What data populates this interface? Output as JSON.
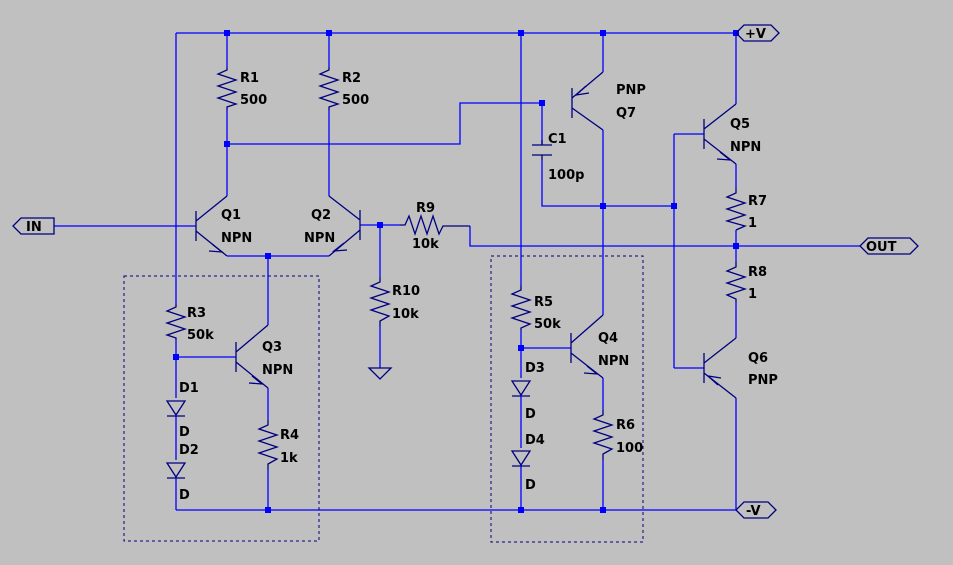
{
  "ports": {
    "in": "IN",
    "out": "OUT",
    "vplus": "+V",
    "vminus": "-V"
  },
  "components": {
    "R1": {
      "name": "R1",
      "value": "500"
    },
    "R2": {
      "name": "R2",
      "value": "500"
    },
    "R3": {
      "name": "R3",
      "value": "50k"
    },
    "R4": {
      "name": "R4",
      "value": "1k"
    },
    "R5": {
      "name": "R5",
      "value": "50k"
    },
    "R6": {
      "name": "R6",
      "value": "100"
    },
    "R7": {
      "name": "R7",
      "value": "1"
    },
    "R8": {
      "name": "R8",
      "value": "1"
    },
    "R9": {
      "name": "R9",
      "value": "10k"
    },
    "R10": {
      "name": "R10",
      "value": "10k"
    },
    "C1": {
      "name": "C1",
      "value": "100p"
    },
    "Q1": {
      "name": "Q1",
      "type": "NPN"
    },
    "Q2": {
      "name": "Q2",
      "type": "NPN"
    },
    "Q3": {
      "name": "Q3",
      "type": "NPN"
    },
    "Q4": {
      "name": "Q4",
      "type": "NPN"
    },
    "Q5": {
      "name": "Q5",
      "type": "NPN"
    },
    "Q6": {
      "name": "Q6",
      "type": "PNP"
    },
    "Q7": {
      "name": "Q7",
      "type": "PNP"
    },
    "D1": {
      "name": "D1",
      "value": "D"
    },
    "D2": {
      "name": "D2",
      "value": "D"
    },
    "D3": {
      "name": "D3",
      "value": "D"
    },
    "D4": {
      "name": "D4",
      "value": "D"
    }
  },
  "colors": {
    "background": "#c0c0c0",
    "wire": "#0000ff",
    "component": "#000080",
    "text": "#000000"
  }
}
